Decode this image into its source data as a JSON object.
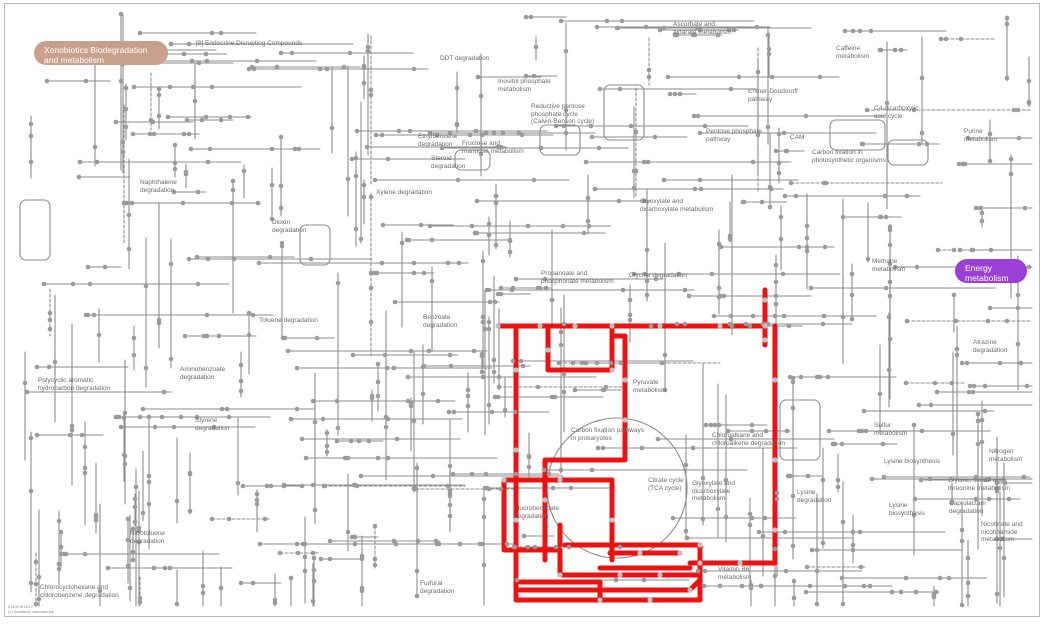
{
  "map": {
    "colors": {
      "background": "#ffffff",
      "pathway_line": "#8c8c8c",
      "node": "#9a9a9a",
      "highlight": "#ee1111",
      "highlight_node": "#c0c0c0"
    },
    "categories": [
      {
        "label": "Xenobiotics Biodegradation\nand metabolism",
        "color": "#c9a08c"
      },
      {
        "label": "Energy\nmetabolism",
        "color": "#9a40d6"
      }
    ],
    "labels": [
      {
        "text": "[8] Endocrine Disrupting Compounds"
      },
      {
        "text": "DDT degradation"
      },
      {
        "text": "Ascorbate and\naldarate metabolism"
      },
      {
        "text": "Caffeine\nmetabolism"
      },
      {
        "text": "Inositol phosphate\nmetabolism"
      },
      {
        "text": "Reductive pentose\nphosphate cycle\n(Calvin-Benson cycle)"
      },
      {
        "text": "Entner-Doudoroff\npathway"
      },
      {
        "text": "C4-dicarboxylic\nacid cycle"
      },
      {
        "text": "Purine\nmetabolism"
      },
      {
        "text": "Ethylbenzene\ndegradation"
      },
      {
        "text": "Fructose and\nmannose metabolism"
      },
      {
        "text": "Pentose phosphate\npathway"
      },
      {
        "text": "CAM"
      },
      {
        "text": "Carbon fixation in\nphotosynthetic organisms"
      },
      {
        "text": "Naphthalene\ndegradation"
      },
      {
        "text": "Steroid\ndegradation"
      },
      {
        "text": "Xylene degradation"
      },
      {
        "text": "Dioxin\ndegradation"
      },
      {
        "text": "Glyoxylate and\ndicarboxylate metabolism"
      },
      {
        "text": "Glycine degradation"
      },
      {
        "text": "Methane\nmetabolism"
      },
      {
        "text": "Nitrotoluene\ndegradation"
      },
      {
        "text": "Toluene degradation"
      },
      {
        "text": "Benzoate\ndegradation"
      },
      {
        "text": "Propanoate and\nphosphonate metabolism"
      },
      {
        "text": "Pyruvate\nmetabolism"
      },
      {
        "text": "Atrazine\ndegradation"
      },
      {
        "text": "Polycyclic aromatic\nhydrocarbon degradation"
      },
      {
        "text": "Aminobenzoate\ndegradation"
      },
      {
        "text": "Styrene\ndegradation"
      },
      {
        "text": "Carbon fixation pathways\nin prokaryotes"
      },
      {
        "text": "Chloroalkane and\nchloroalkene degradation"
      },
      {
        "text": "Sulfur\nmetabolism"
      },
      {
        "text": "Nitrogen\nmetabolism"
      },
      {
        "text": "Lysine biosynthesis"
      },
      {
        "text": "Citrate cycle\n(TCA cycle)"
      },
      {
        "text": "Glyoxylate and\ndicarboxylate\nmetabolism"
      },
      {
        "text": "Fluorobenzoate\ndegradation"
      },
      {
        "text": "Lysine\ndegradation"
      },
      {
        "text": "Glycine, serine and\nthreonine metabolism"
      },
      {
        "text": "Lysine\nbiosynthesis"
      },
      {
        "text": "Caprolactam\ndegradation"
      },
      {
        "text": "Nicotinate and\nnicotinamide\nmetabolism"
      },
      {
        "text": "Vitamin B6\nmetabolism"
      },
      {
        "text": "Chlorocyclohexane and\nchlorobenzene degradation"
      },
      {
        "text": "Furfural\ndegradation"
      }
    ],
    "footer": {
      "line1": "01100 8/11/17",
      "line2": "(c) Kanehisa Laboratories"
    }
  }
}
